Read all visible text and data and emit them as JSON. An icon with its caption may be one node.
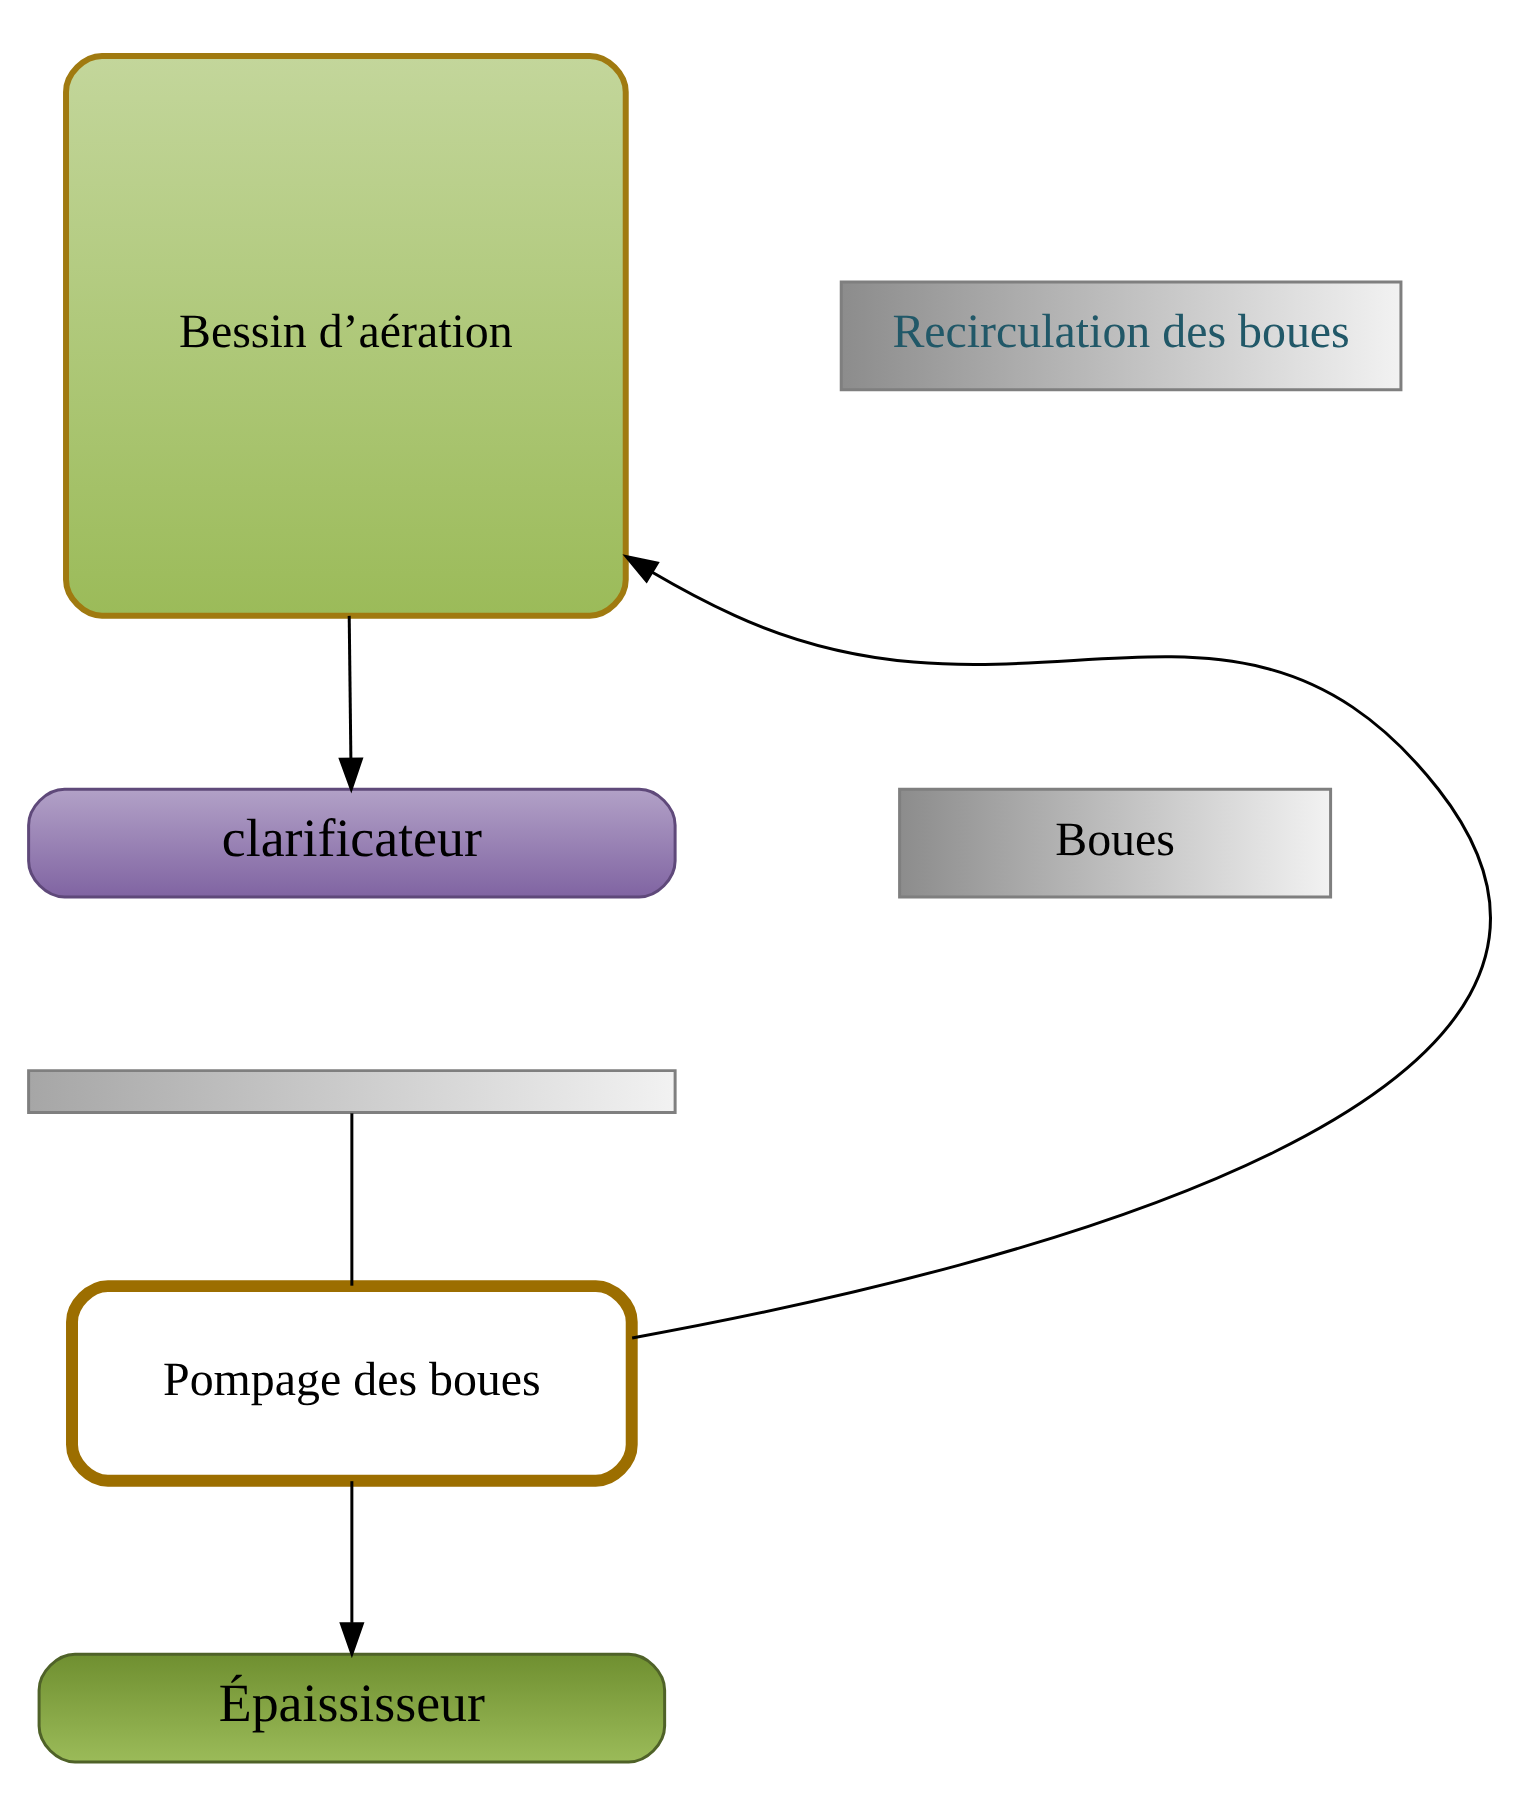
{
  "diagram": {
    "nodes": [
      {
        "text": [
          "Bessin d’aération"
        ]
      },
      {
        "text": [
          "Recirculation des boues"
        ]
      },
      {
        "text": [
          "clarificateur"
        ]
      },
      {
        "text": [],
        "shape": "bar"
      },
      {
        "text": [
          "Boues"
        ]
      },
      {
        "text": [
          "Pompage des boues"
        ]
      },
      {
        "text": [
          "Épaississeur"
        ]
      }
    ],
    "edges": [
      {
        "from": 0,
        "to": 2,
        "arrow": "to"
      },
      {
        "from": 3,
        "to": 5,
        "arrow": "none"
      },
      {
        "from": 5,
        "to": 0,
        "arrow": "to"
      },
      {
        "from": 5,
        "to": 6,
        "arrow": "to"
      }
    ]
  }
}
